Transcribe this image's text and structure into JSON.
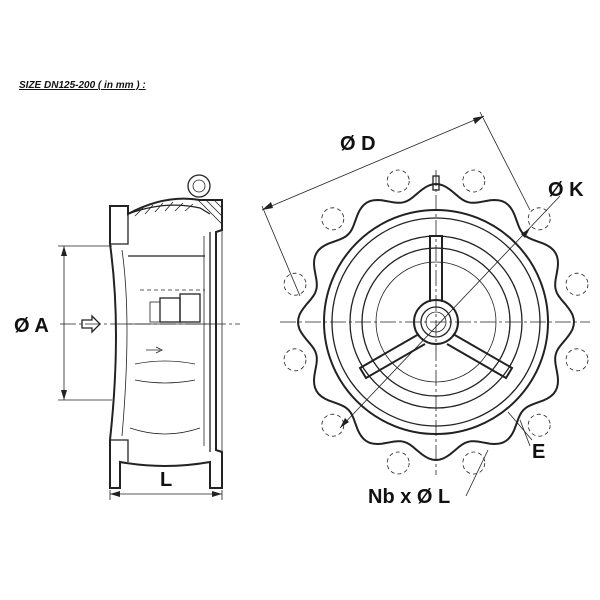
{
  "title": "SIZE DN125-200 ( in mm ) :",
  "labels": {
    "diameter_a": "Ø A",
    "length": "L",
    "diameter_d": "Ø D",
    "diameter_k": "Ø K",
    "flange_e": "E",
    "bolts": "Nb x Ø L"
  },
  "colors": {
    "line": "#222222",
    "background": "#ffffff"
  }
}
